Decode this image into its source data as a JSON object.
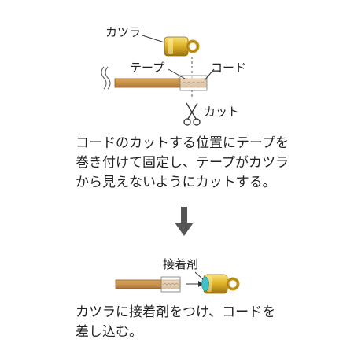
{
  "labels": {
    "katsura": "カツラ",
    "tape": "テープ",
    "cord": "コード",
    "cut": "カット",
    "adhesive": "接着剤"
  },
  "step1": {
    "lines": [
      "コードのカットする位置にテープを",
      "巻き付けて固定し、テープがカツラ",
      "から見えないようにカットする。"
    ]
  },
  "step2": {
    "lines": [
      "カツラに接着剤をつけ、コードを",
      "差し込む。"
    ]
  },
  "colors": {
    "cord": "#c8924a",
    "cord_edge": "#8a5a22",
    "gold": "#e2b52a",
    "gold_dark": "#9c7410",
    "gold_light": "#f7e27a",
    "arrow": "#555555",
    "adhesive": "#3fc0c8"
  },
  "icons": {
    "cut": "scissors-icon",
    "flow": "arrow-down-icon"
  }
}
